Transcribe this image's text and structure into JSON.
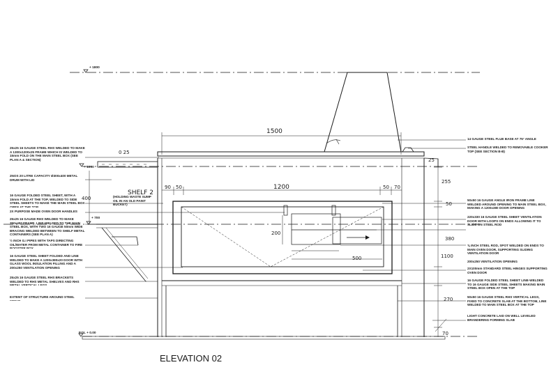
{
  "title": "ELEVATION 02",
  "levels": {
    "top": "+ 1800",
    "upper": "+ 1000",
    "shelf": "+ 700",
    "ground": "EGL + 0.00"
  },
  "dimensions": {
    "overall_width": "1500",
    "inner_width": "1200",
    "left_a": "90",
    "left_b": "50",
    "right_a": "50",
    "right_b": "70",
    "top_left": "0 25",
    "shelf_h": "400",
    "door_h": "200",
    "door_w": "500",
    "right_h1": "25",
    "right_h2": "255",
    "right_h3": "50",
    "right_h4": "380",
    "right_h5": "1100",
    "right_h6": "270",
    "right_h7": "70"
  },
  "shelf_label": "SHELF 2",
  "shelf_note": "(HOLDING WASTE SUMP OIL IN AN OLD PAINT BUCKET)",
  "left_notes": [
    "25x25 16 GAUGE STEEL RHS WELDED TO MAKE A 1300x1200x25 FRAME WHICH IS WELDED TO 15mm FOLD ON THE MAIN STEEL BOX (SEE PLAN A & SECTION)",
    "2NOS 20 LITRE CAPACITY Ø300x400 METAL DRUM WITH LID",
    "16 GAUGE FOLDED STEEL SHEET, WITH A 15mm FOLD AT THE TOP, WELDED TO SIDE STEEL SHEETS TO MAKE THE MAIN STEEL BOX OPEN AT THE TOP",
    "2X PURPOSE MADE OVEN DOOR HANDLES",
    "25x25 16 GAUGE RHS WELDED TO MAKE 350x400 FRAME, LINE-WELDED TO THE MAIN STEEL BOX, WITH TWO 16 GAUGE 50mm WIDE BRACING WELDED BETWEEN TO SHELF METAL CONTAINERS (SEE PLAN A)",
    "½ INCH G.I PIPES WITH TAPS DIRECTING OIL/WATER FROM METAL CONTAINER TO FIRE BOOSTER BOX",
    "16 GAUGE STEEL SHEET FOLDED AND LINE WELDED TO MAKE A 1200x380x20 DOOR WITH GLASS WOOL INSULATION FILLING AND A 200x250 VENTILATION OPENING",
    "25x25 16 GAUGE STEEL RHS BRACKETS WELDED TO RHS METAL SHELVES AND RHS METAL VERTICAL LEGS",
    "EXTENT OF STRUCTURE AROUND STEEL STOVE"
  ],
  "right_notes": [
    "14 GAUGE STEEL FLUE BASE AT 75° ANGLE",
    "STEEL HANDLE WELDED TO REMOVABLE COOKER TOP (SEE SECTION B-B)",
    "50x50 16 GAUGE ANGLE IRON FRAME LINE WELDED AROUND OPENING TO MAIN STEEL BOX, MAKING A 1200x380 DOOR OPENING",
    "220x330 16 GAUGE STEEL SHEET VENTILATION DOOR WITH LOOPS ON ENDS ALLOWING IT TO SLIDE ON STEEL ROD",
    "⅝ INCH STEEL ROD, SPOT WELDED ON ENDS TO MAIN OVEN DOOR, SUPPORTING SLIDING VENTILATION DOOR",
    "200x250 VENTILATION OPENING",
    "2X100mm STANDARD STEEL HINGES SUPPORTING OVEN DOOR",
    "16 GAUGE FOLDED STEEL SHEET LINE-WELDED TO 16 GAUGE SIDE STEEL SHEETS MAKING MAIN STEEL BOX OPEN AT THE TOP",
    "50x50 16 GAUGE STEEL RHS VERTICAL LEGS, FIXED TO CONCRETE SLAB AT THE BOTTOM, LINE WELDED TO MAIN STEEL BOX AT THE TOP",
    "LIGHT CONCRETE LAID ON WELL LEVELED BRANDERING FORMING SLAB"
  ]
}
